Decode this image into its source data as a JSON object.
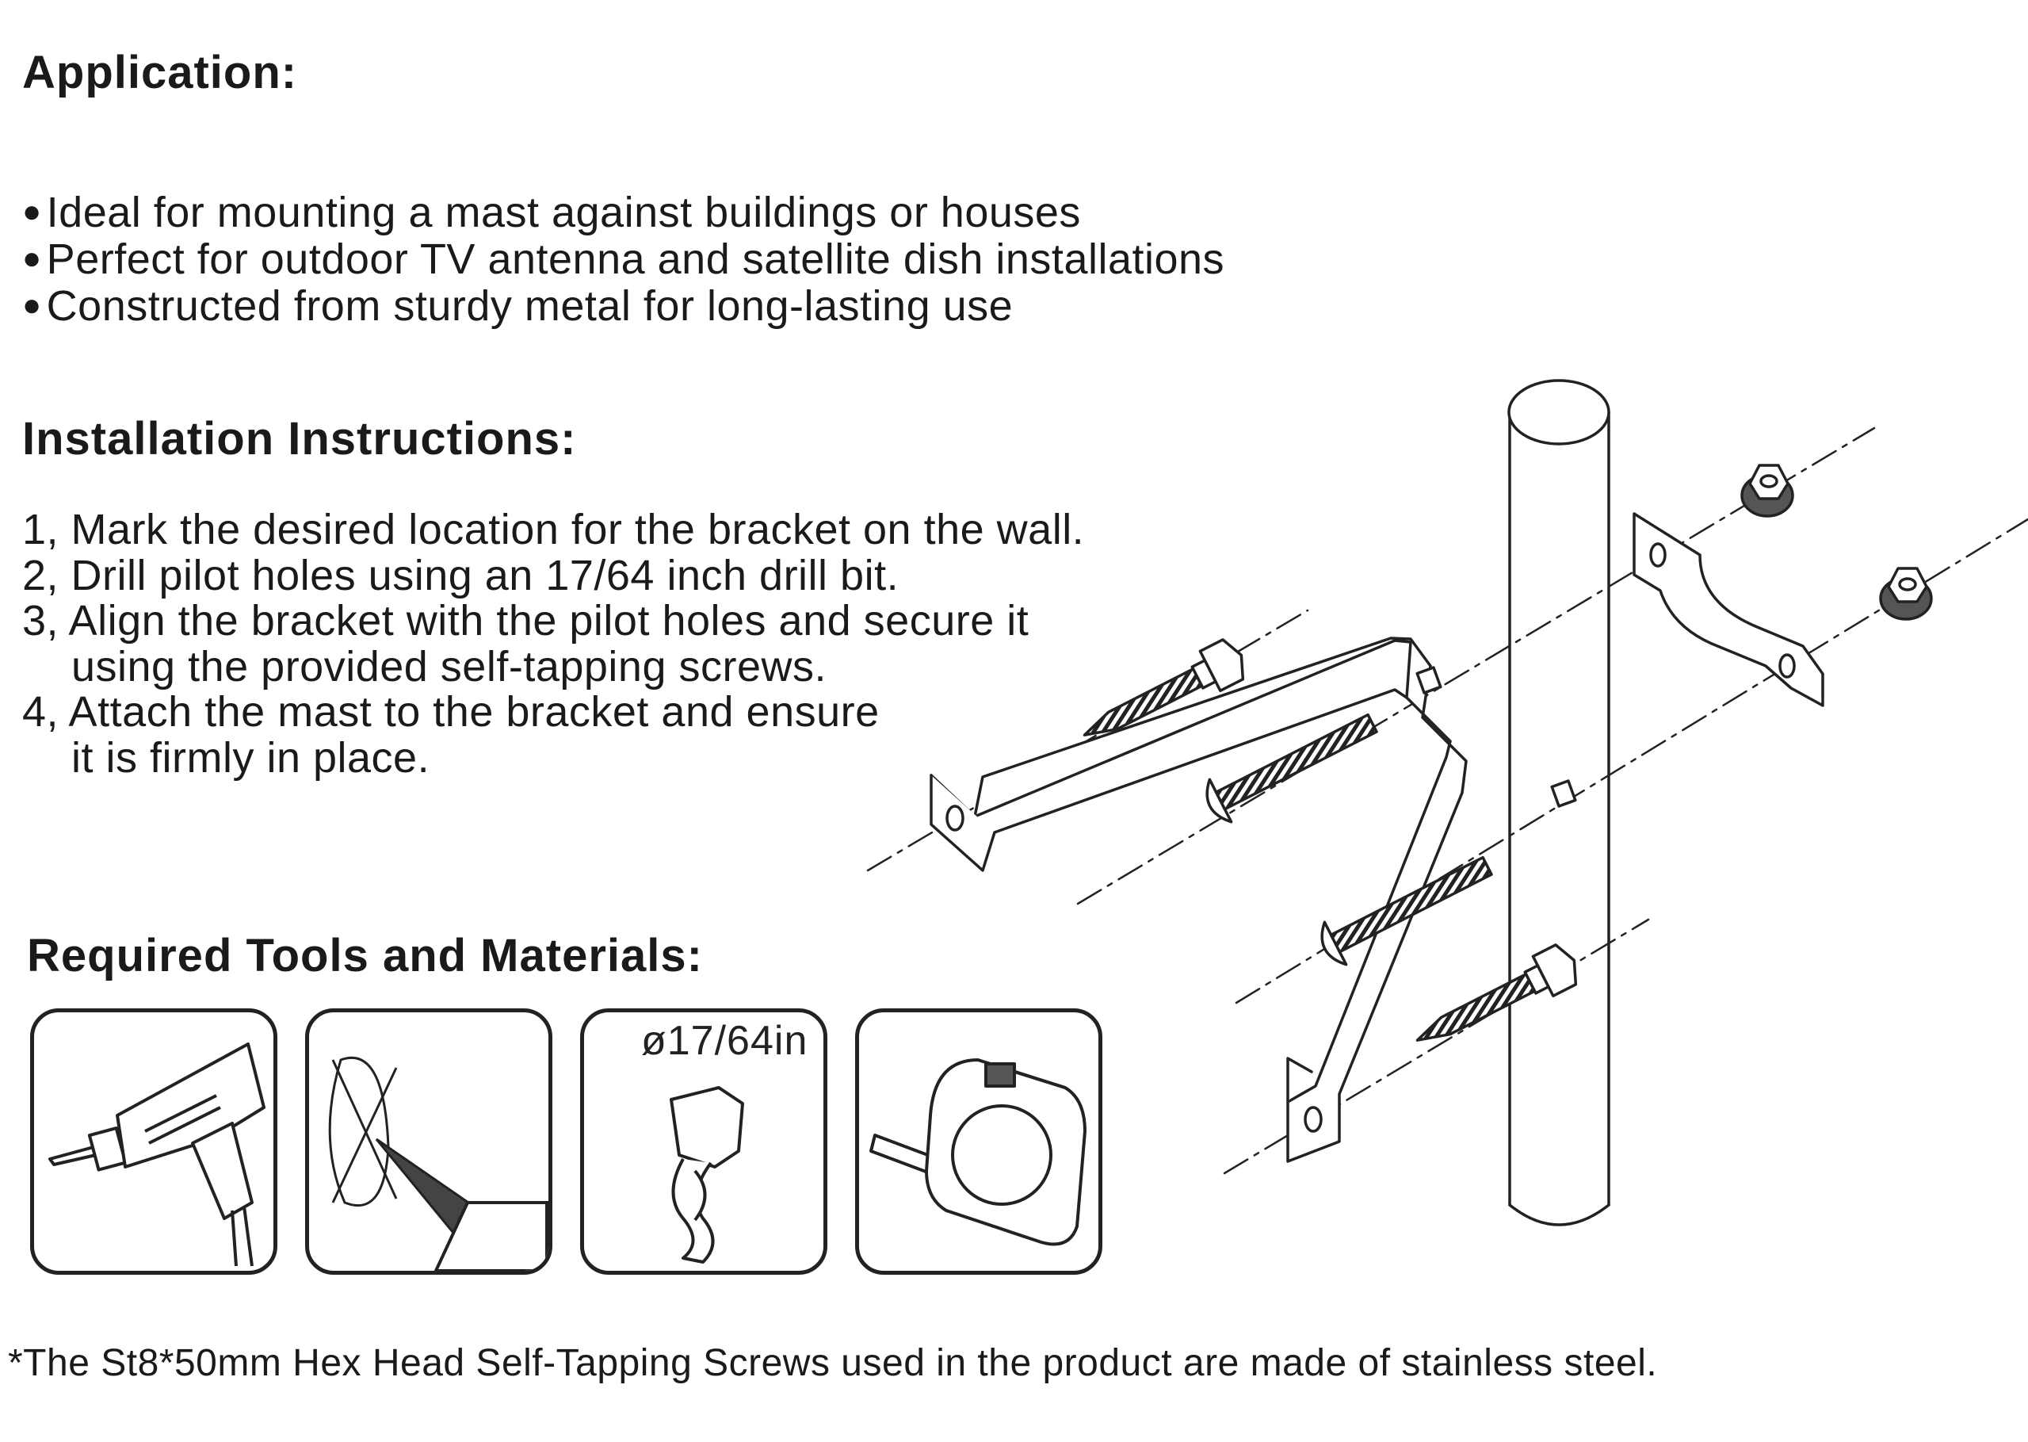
{
  "application": {
    "heading": "Application:",
    "items": [
      "Ideal for mounting a mast against buildings or houses",
      "Perfect for outdoor TV antenna and satellite dish installations",
      "Constructed from sturdy metal for long-lasting use"
    ]
  },
  "installation": {
    "heading": "Installation Instructions:",
    "lines": [
      "1, Mark the desired location for the bracket on the wall.",
      "2, Drill pilot holes using an 17/64 inch drill bit.",
      "3, Align the bracket with the pilot holes and secure it",
      "using the provided self-tapping screws.",
      "4, Attach the mast to the bracket and ensure",
      "it is firmly in place."
    ]
  },
  "tools": {
    "heading": "Required Tools and Materials:",
    "items": [
      {
        "icon": "power-drill-icon"
      },
      {
        "icon": "pencil-mark-icon"
      },
      {
        "icon": "drill-bit-icon",
        "label": "ø17/64in"
      },
      {
        "icon": "tape-measure-icon"
      }
    ]
  },
  "footnote": "*The St8*50mm Hex Head Self-Tapping Screws used  in the product are made of stainless steel.",
  "colors": {
    "ink": "#1a1a1a",
    "background": "#ffffff"
  }
}
